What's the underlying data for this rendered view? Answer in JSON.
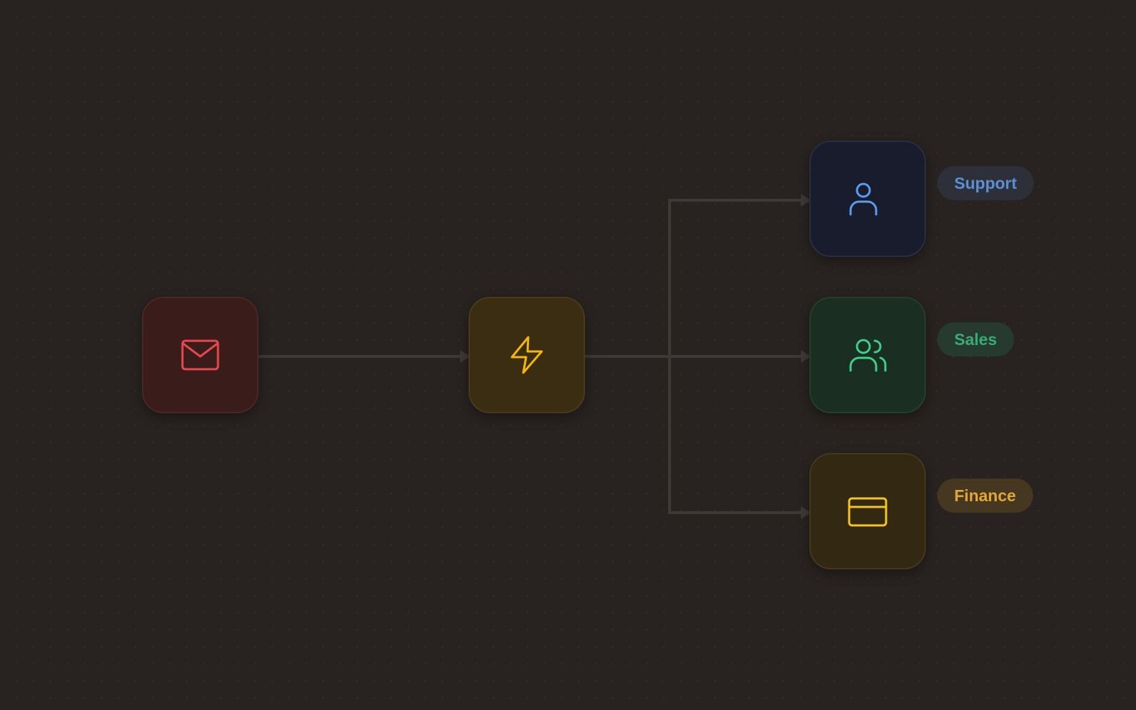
{
  "nodes": {
    "email": {
      "icon": "mail-icon",
      "color": "#e5484d",
      "bg": "#3a1c1b",
      "border": "#4a2624"
    },
    "trigger": {
      "icon": "lightning-bolt-icon",
      "color": "#f5b70c",
      "bg": "#3a2d12",
      "border": "#4a3a1a"
    },
    "support": {
      "icon": "user-icon",
      "color": "#5b9cf0",
      "bg": "#191c2d",
      "border": "#2a2d40"
    },
    "sales": {
      "icon": "users-icon",
      "color": "#3dcf8a",
      "bg": "#1a2e22",
      "border": "#263d2e"
    },
    "finance": {
      "icon": "credit-card-icon",
      "color": "#f5c422",
      "bg": "#332913",
      "border": "#44371d"
    }
  },
  "labels": {
    "support": {
      "text": "Support",
      "color": "#5b8fd6",
      "bg": "#2d3039"
    },
    "sales": {
      "text": "Sales",
      "color": "#3aaa78",
      "bg": "#273a30"
    },
    "finance": {
      "text": "Finance",
      "color": "#e0a63a",
      "bg": "#463720"
    }
  },
  "connector_color": "#3e3935"
}
